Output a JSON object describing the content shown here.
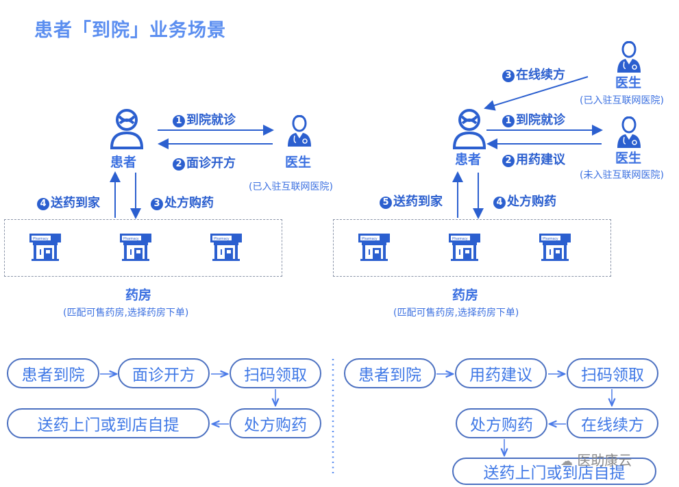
{
  "title": "患者「到院」业务场景",
  "colors": {
    "accent": "#5b8ef0",
    "primary": "#2b5fcf",
    "pill_border": "#4a6fc0",
    "pill_text": "#3f78e6"
  },
  "left": {
    "patient_label": "患者",
    "doctor_label": "医生",
    "doctor_sub": "(已入驻互联网医院)",
    "steps": [
      {
        "num": "1",
        "text": "到院就诊"
      },
      {
        "num": "2",
        "text": "面诊开方"
      },
      {
        "num": "3",
        "text": "处方购药"
      },
      {
        "num": "4",
        "text": "送药到家"
      }
    ],
    "pharmacy_label": "药房",
    "pharmacy_sub": "(匹配可售药房,选择药房下单)",
    "pharmacy_sign": "Pharmacy",
    "flow": [
      "患者到院",
      "面诊开方",
      "扫码领取",
      "处方购药",
      "送药上门或到店自提"
    ]
  },
  "right": {
    "patient_label": "患者",
    "doctor_online_label": "医生",
    "doctor_online_sub": "(已入驻互联网医院)",
    "doctor_offline_label": "医生",
    "doctor_offline_sub": "(未入驻互联网医院)",
    "steps": [
      {
        "num": "1",
        "text": "到院就诊"
      },
      {
        "num": "2",
        "text": "用药建议"
      },
      {
        "num": "3",
        "text": "在线续方"
      },
      {
        "num": "4",
        "text": "处方购药"
      },
      {
        "num": "5",
        "text": "送药到家"
      }
    ],
    "pharmacy_label": "药房",
    "pharmacy_sub": "(匹配可售药房,选择药房下单)",
    "pharmacy_sign": "Pharmacy",
    "flow": [
      "患者到院",
      "用药建议",
      "扫码领取",
      "在线续方",
      "处方购药",
      "送药上门或到店自提"
    ]
  },
  "watermark": "医助康云"
}
